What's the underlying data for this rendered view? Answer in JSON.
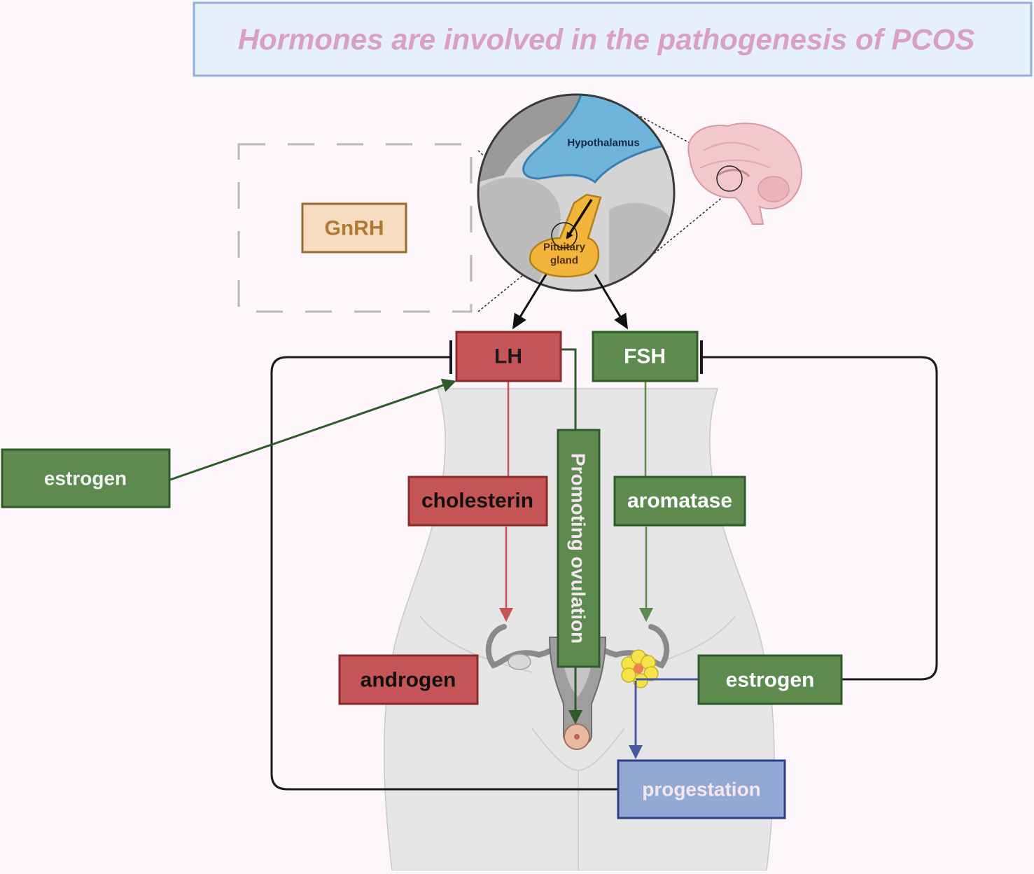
{
  "title": "Hormones are involved in the pathogenesis of PCOS",
  "brain_inset": {
    "hypothalamus_label": "Hypothalamus",
    "pituitary_label_line1": "Pituitary",
    "pituitary_label_line2": "gland"
  },
  "nodes": {
    "gnrh": "GnRH",
    "lh": "LH",
    "fsh": "FSH",
    "estrogen_left": "estrogen",
    "cholesterin": "cholesterin",
    "promoting_ovulation": "Promoting ovulation",
    "aromatase": "aromatase",
    "androgen": "androgen",
    "estrogen_right": "estrogen",
    "progestation": "progestation"
  },
  "colors": {
    "background": "#fdf6fa",
    "title_text": "#d9a0c0",
    "title_box_fill": "#e6f0fa",
    "title_box_stroke": "#8fb0dc",
    "red_box": "#c65558",
    "green_box": "#5c8a4f",
    "blue_box": "#92a9d6",
    "gnrh_fill": "#f5dcc0",
    "gnrh_text": "#b07a36",
    "hypothalamus": "#6fb4db",
    "pituitary": "#f2b43a",
    "brain": "#f2c8cc",
    "body_silhouette": "#e8e8e8",
    "feedback_line": "#1a1a1a",
    "blue_arrow": "#4a5aa0"
  }
}
